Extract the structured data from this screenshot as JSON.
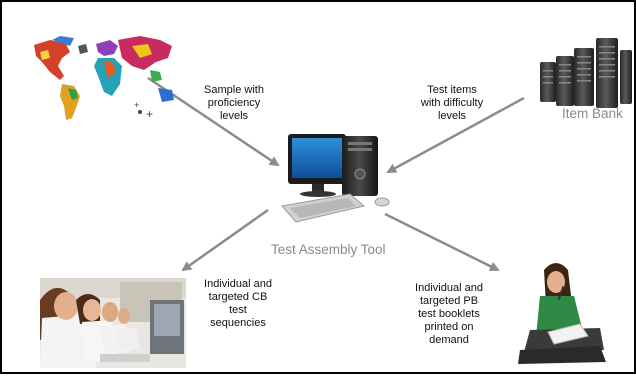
{
  "labels": {
    "sample": "Sample with\nproficiency\nlevels",
    "items": "Test items\nwith difficulty\nlevels",
    "item_bank": "Item Bank",
    "tool": "Test Assembly Tool",
    "cb": "Individual and\ntargeted CB\ntest\nsequencies",
    "pb": "Individual and\ntargeted PB\ntest booklets\nprinted on\ndemand"
  },
  "icons": [
    "world-map-icon",
    "server-rack-icon",
    "desktop-computer-icon",
    "students-at-computers-icon",
    "student-with-booklet-icon"
  ],
  "colors": {
    "border": "#000000",
    "arrow": "#8c8c8c",
    "caption": "#8a8a8a"
  }
}
